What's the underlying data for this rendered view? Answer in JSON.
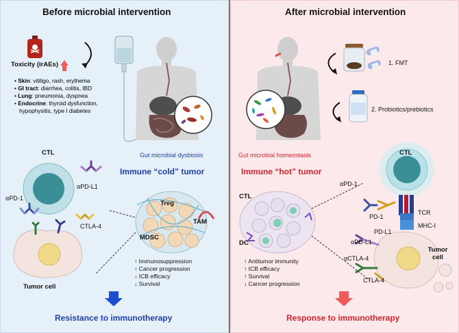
{
  "left": {
    "title": "Before microbial intervention",
    "toxicity_label": "Toxicity (irAEs)",
    "toxicities": [
      {
        "organ": "Skin",
        "effects": ": vitiligo, rash, erythema"
      },
      {
        "organ": "GI tract",
        "effects": ": diarrhea, colitis, IBD"
      },
      {
        "organ": "Lung",
        "effects": ": pneumonia, dyspnea"
      },
      {
        "organ": "Endocrine",
        "effects": ": thyroid dysfunction,"
      }
    ],
    "toxicity_cont": "hypophysitis, type I diabetes",
    "dysbiosis": "Gut microbial dysbiosis",
    "tumor_state": "Immune “cold” tumor",
    "ctl": "CTL",
    "apdl1": "αPD-L1",
    "apd1": "αPD-1",
    "ctla4": "CTLA-4",
    "tumor_cell": "Tumor cell",
    "treg": "Treg",
    "tam": "TAM",
    "mdsc": "MDSC",
    "effects": [
      "↑ Immunosuppression",
      "↑ Cancer progression",
      "↓ ICB efficacy",
      "↓ Survival"
    ],
    "outcome": "Resistance to immunotherapy"
  },
  "right": {
    "title": "After microbial intervention",
    "fmt": "1. FMT",
    "probiotics": "2. Probiotics/prebiotics",
    "homeostasis": "Gut microbial homeostasis",
    "tumor_state": "Immune “hot” tumor",
    "ctl_top": "CTL",
    "apd1": "αPD-1",
    "pd1": "PD-1",
    "tcr": "TCR",
    "mhc1": "MHC-I",
    "pdl1": "PD-L1",
    "apdl1": "αPD-L1",
    "actla4": "αCTLA-4",
    "ctla4": "CTLA-4",
    "tumor_cell": "Tumor cell",
    "ctl": "CTL",
    "dc": "DC",
    "effects": [
      "↑ Antitumor immunity",
      "↑ ICB efficacy",
      "↑ Survival",
      "↓ Cancer progression"
    ],
    "outcome": "Response to immunotherapy"
  },
  "colors": {
    "blue": "#1f3fae",
    "red": "#d8232a",
    "left_bg": "#e6f0f8",
    "right_bg": "#fbe9ec"
  },
  "icons": [
    "poison-bottle-icon",
    "iv-bag-icon",
    "fmt-jar-icon",
    "probiotic-bottle-icon",
    "pill-icon",
    "arrow-down-icon"
  ]
}
